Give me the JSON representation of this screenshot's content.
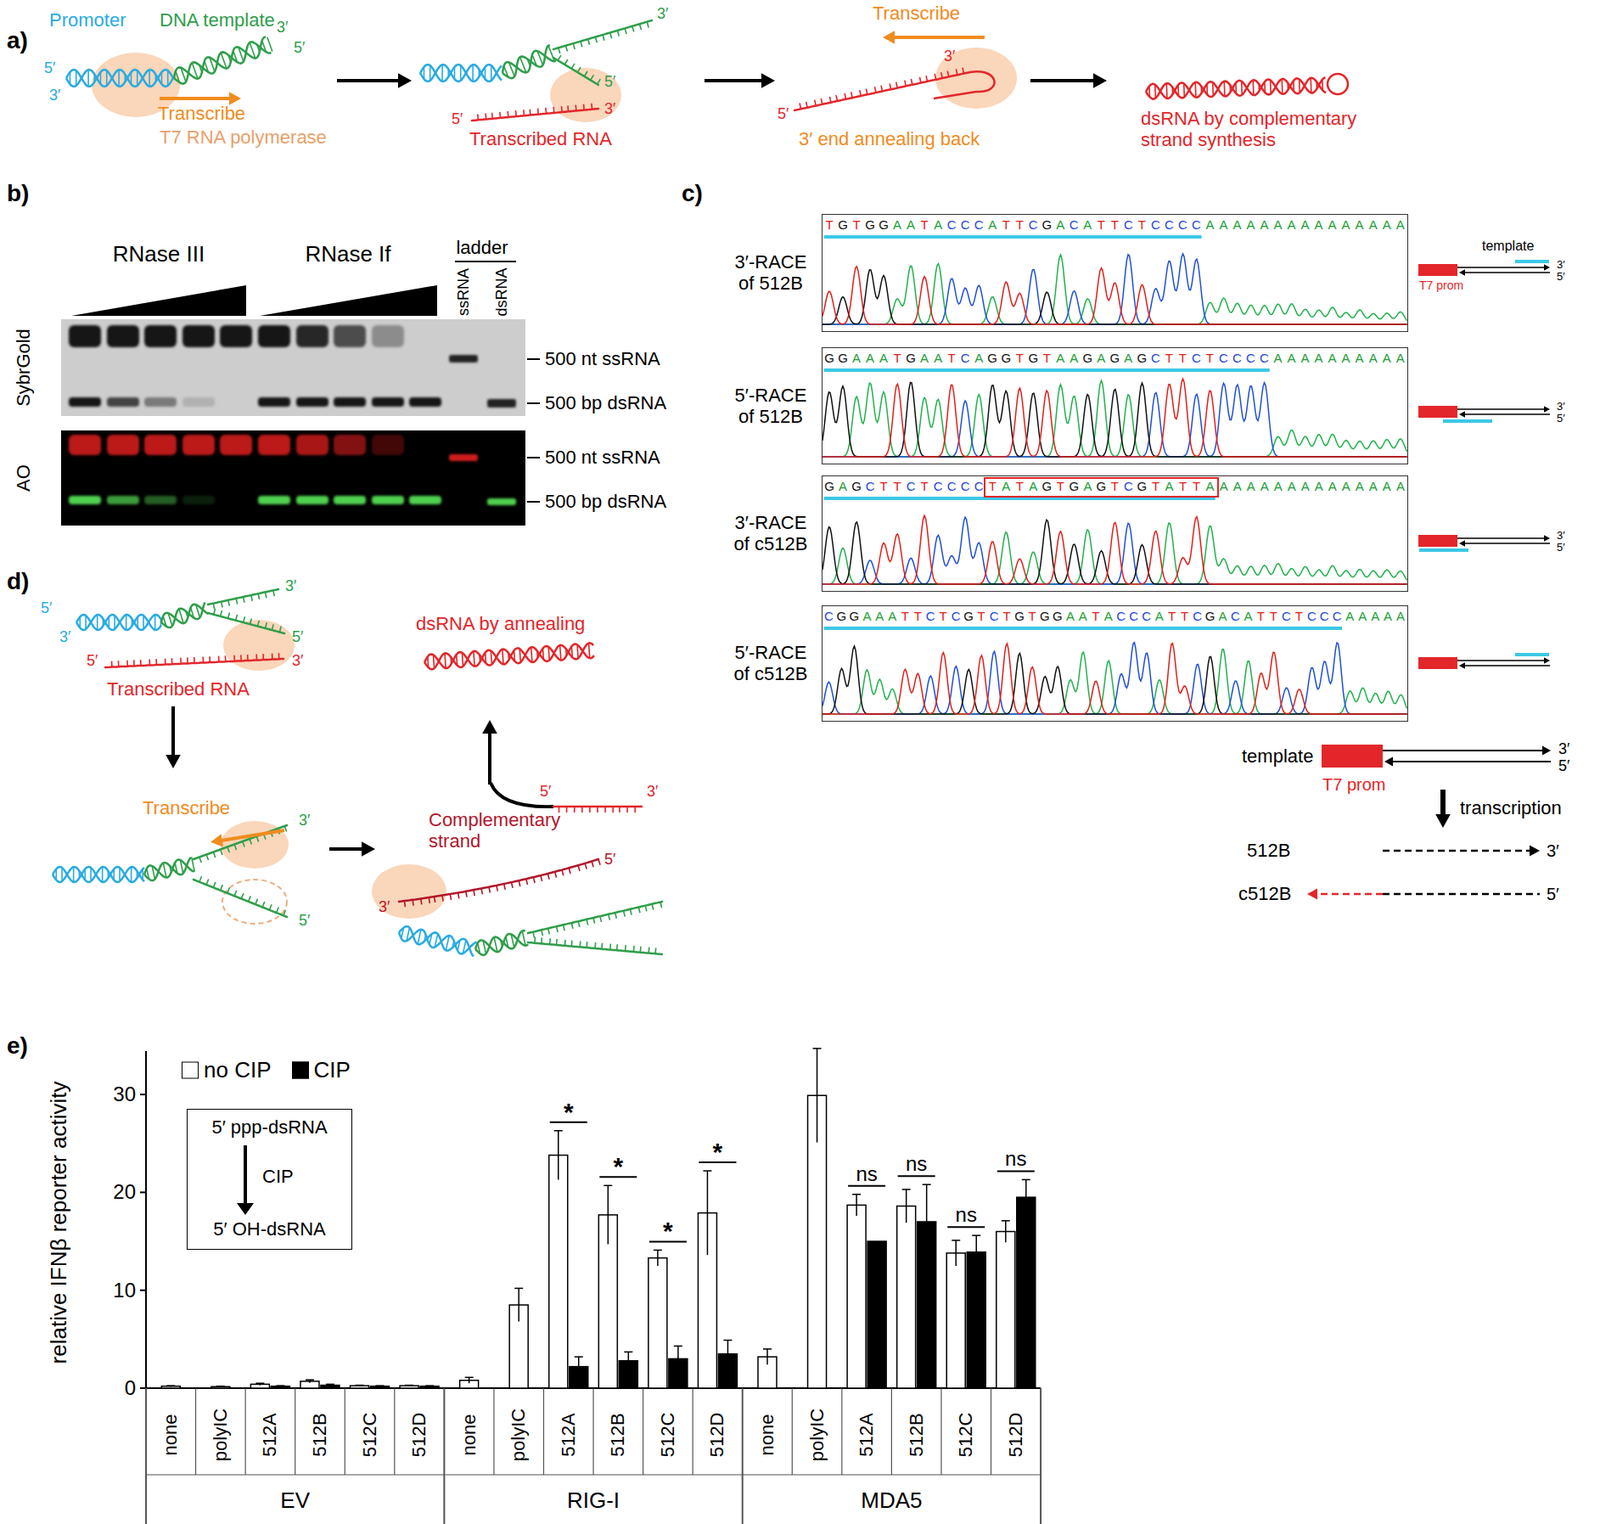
{
  "diagram": {
    "nodes": [
      {
        "text": [
          "TGTGGAATACCCATTCGACATTCTCCCCAAAAAAAAAAAAAAA"
        ]
      },
      {
        "text": [
          "GGAAATGAATCAGGTGTAAGAGAGCTTCTCCCCAAAAAAAAAA"
        ]
      },
      {
        "text": [
          "GAGCTTCTCCCC",
          "AAAAAAAAAAAAAA"
        ]
      },
      {
        "text": [
          "TATAGTGAGTCGTATTA"
        ],
        "in": 2
      },
      {
        "text": [
          "CGGAAATTCTCGTCTGTGGAATACCCATTCGACATTCTCCCAAAAA"
        ]
      },
      {
        "text": [
          "5′ ppp-dsRNA",
          "CIP",
          "5′ OH-dsRNA"
        ]
      }
    ],
    "labels": [
      "a)",
      "Promoter",
      "DNA template",
      "5′",
      "3′",
      "3′",
      "5′",
      "Transcribe",
      "T7 RNA polymerase",
      "3′",
      "5′",
      "5′",
      "3′",
      "Transcribed RNA",
      "Transcribe",
      "3′",
      "5′",
      "3′ end annealing back",
      "dsRNA by complementary strand synthesis",
      "b)",
      "RNase III",
      "RNase If",
      "ladder",
      "ssRNA",
      "dsRNA",
      "SybrGold",
      "500 nt ssRNA",
      "500 bp dsRNA",
      "AO",
      "500 nt ssRNA",
      "500 bp dsRNA",
      "c)",
      "3′-RACE of 512B",
      "template",
      "3′",
      "5′",
      "T7 prom",
      "5′-RACE of 512B",
      "3′",
      "5′",
      "3′-RACE of c512B",
      "3′",
      "5′",
      "5′-RACE of c512B",
      "template",
      "3′",
      "5′",
      "T7 prom",
      "transcription",
      "512B",
      "3′",
      "c512B",
      "5′",
      "d)",
      "5′",
      "3′",
      "3′",
      "5′",
      "3′",
      "5′",
      "Transcribed RNA",
      "dsRNA by annealing",
      "5′",
      "3′",
      "Transcribe",
      "3′",
      "5′",
      "Complementary strand",
      "5′",
      "3′",
      "e)",
      "relative IFNβ reporter activity",
      "0",
      "10",
      "20",
      "30",
      "none",
      "polyIC",
      "512A",
      "512B",
      "512C",
      "512D",
      "none",
      "polyIC",
      "512A",
      "512B",
      "512C",
      "512D",
      "none",
      "polyIC",
      "512A",
      "512B",
      "512C",
      "512D",
      "EV",
      "RIG-I",
      "MDA5",
      "*",
      "*",
      "*",
      "*",
      "ns",
      "ns",
      "ns",
      "ns"
    ],
    "legend": [
      {
        "text": "no CIP",
        "color": "#ffffff"
      },
      {
        "text": "CIP",
        "color": "#000000"
      }
    ]
  }
}
